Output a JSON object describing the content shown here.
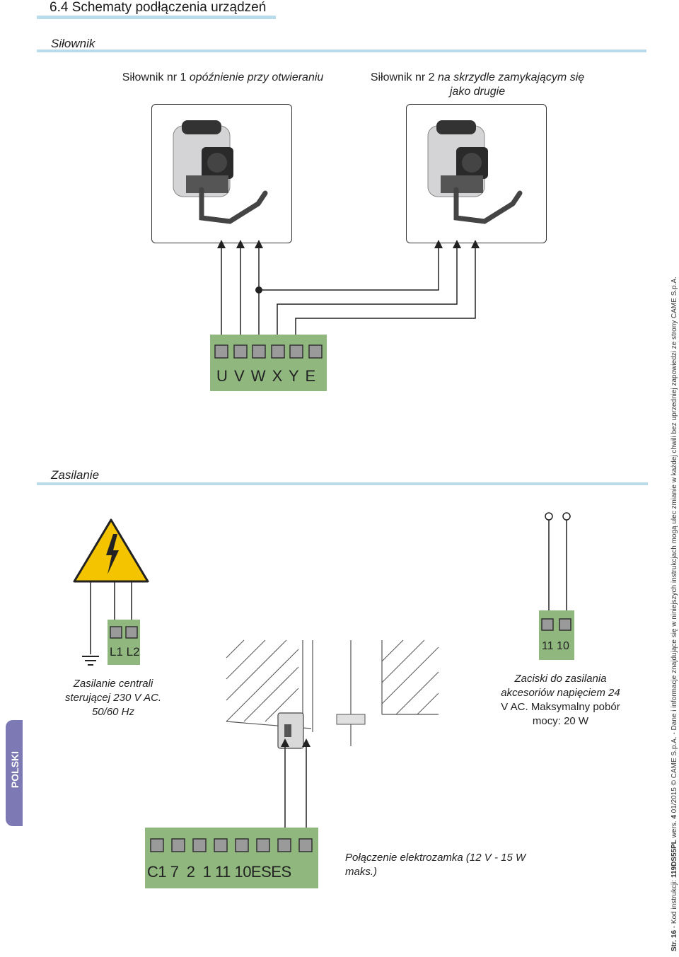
{
  "header": {
    "title": "6.4 Schematy podłączenia urządzeń"
  },
  "sections": {
    "actuator": "Siłownik",
    "power": "Zasilanie"
  },
  "motor1": {
    "label_normal": "Siłownik nr 1 ",
    "label_italic": "opóźnienie przy otwieraniu"
  },
  "motor2": {
    "label_normal": "Siłownik nr 2 ",
    "label_italic": "na skrzydle zamykającym się",
    "label_line2": "jako drugie"
  },
  "motor_terminal": {
    "labels": "U V W X Y E"
  },
  "power_terminal": {
    "labels": "L1 L2"
  },
  "power_caption": {
    "line1": "Zasilanie centrali",
    "line2": "sterującej 230 V AC.",
    "line3": "50/60 Hz"
  },
  "accessory_terminal": {
    "labels": "11 10"
  },
  "accessory_caption": {
    "line1": "Zaciski do zasilania",
    "line2": "akcesoriów napięciem 24",
    "line3": "V AC. Maksymalny pobór",
    "line4": "mocy: 20 W"
  },
  "control_terminal": {
    "labels": "C1 7  2  1 11 10ESES"
  },
  "lock_caption": "Połączenie elektrozamka (12 V - 15 W maks.)",
  "side_tab": "POLSKI",
  "footer": {
    "page": "Str. 16",
    "code_prefix": " - Kod instrukcji: ",
    "code": "119DS55PL",
    "version_prefix": " wers. ",
    "version": "4",
    "rest": "  01/2015  © CAME S.p.A. - Dane i informacje znajdujące się w niniejszych instrukcjach mogą ulec zmianie w każdej chwili bez uprzedniej zapowiedzi ze strony CAME S.p.A."
  },
  "colors": {
    "accent_rule": "#b9dbea",
    "terminal_green": "#8fb77e",
    "side_tab": "#7c79b4",
    "warning_yellow": "#f5c400"
  }
}
